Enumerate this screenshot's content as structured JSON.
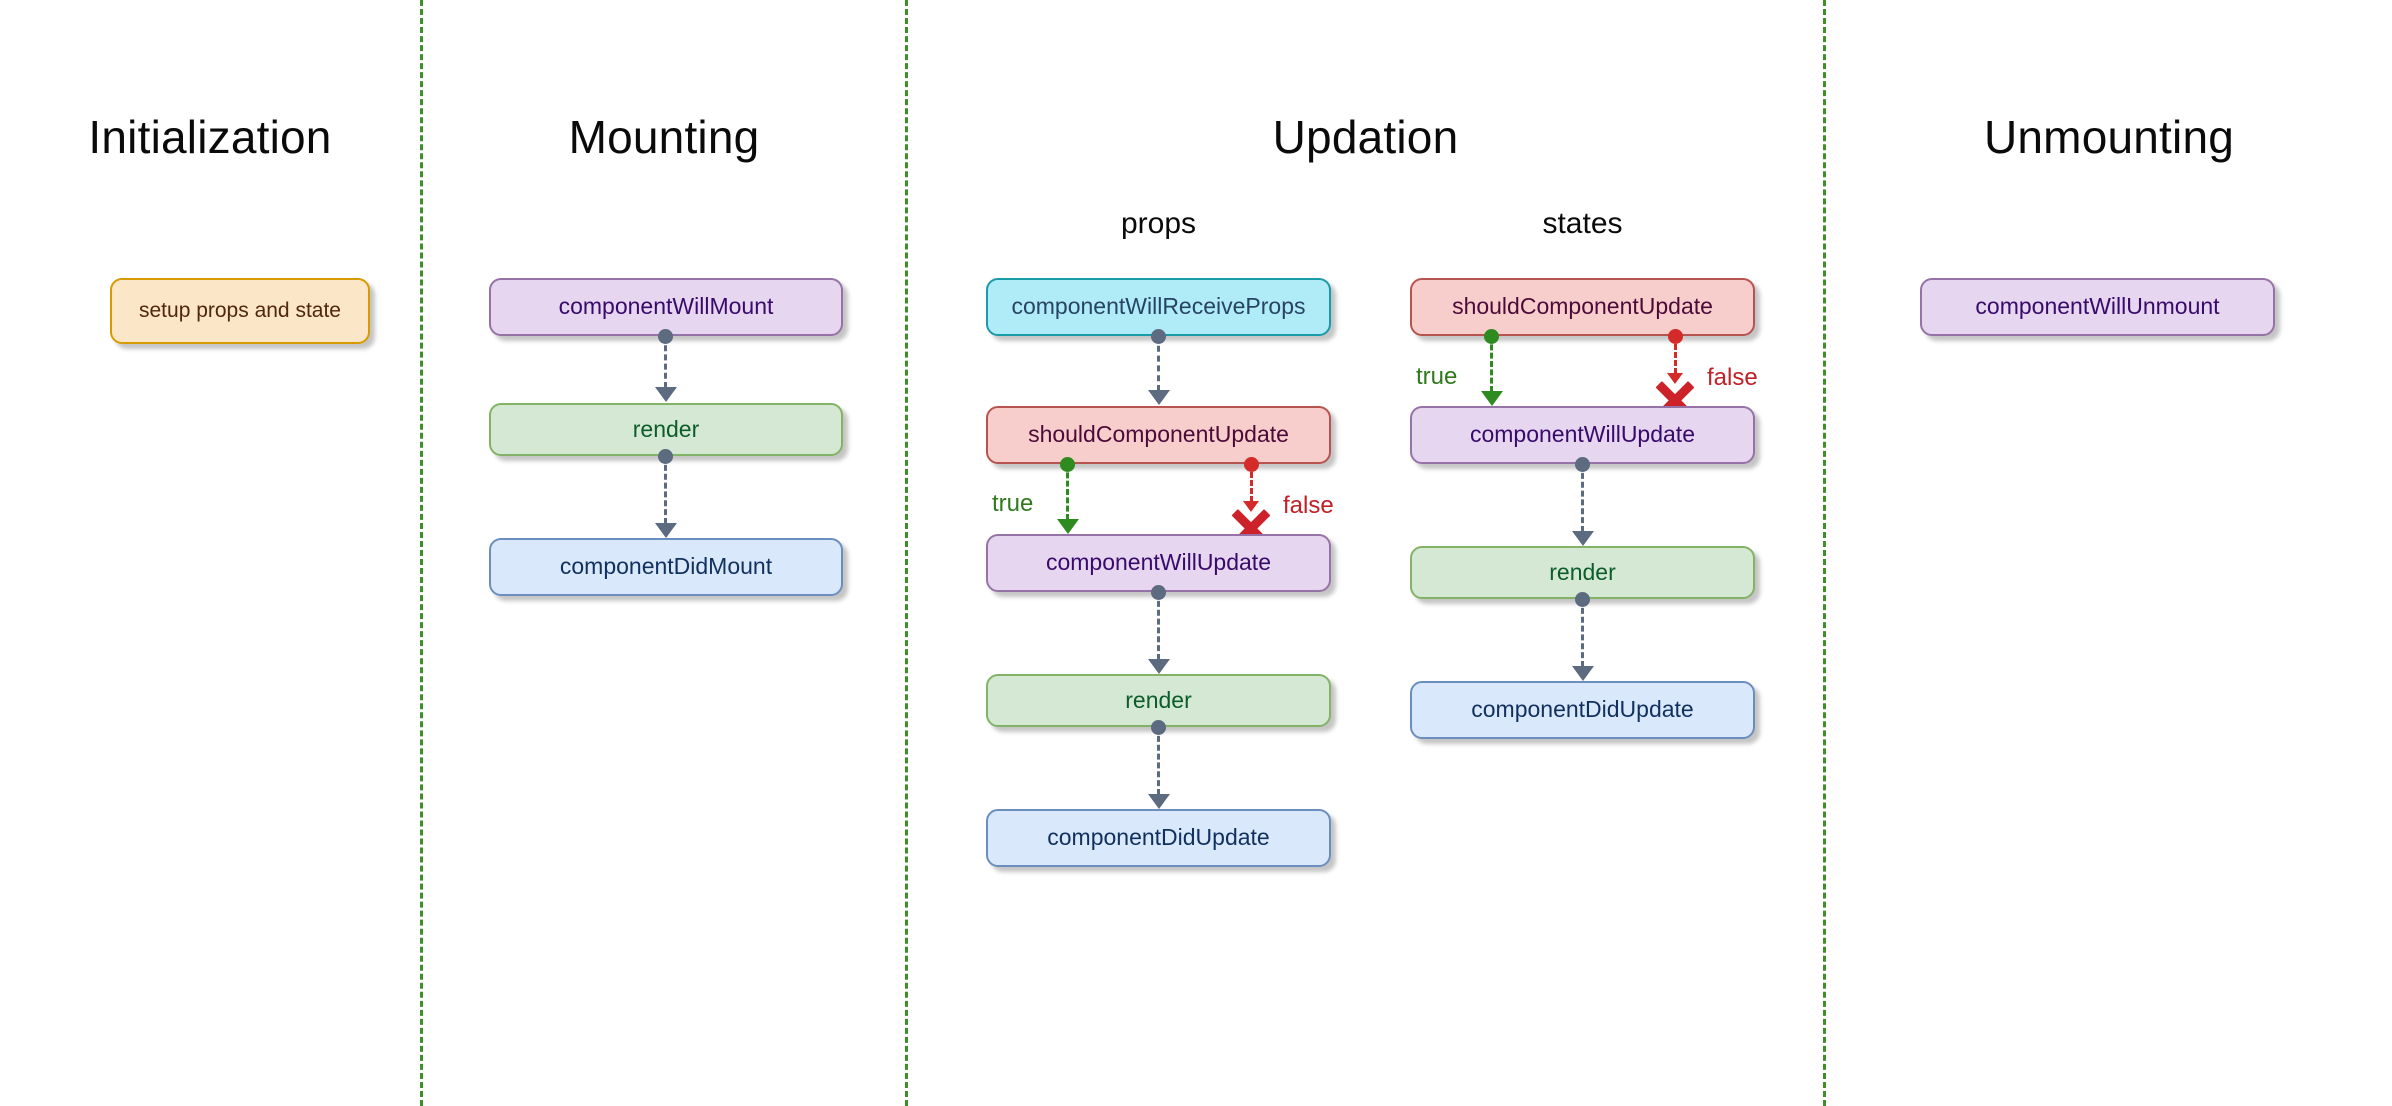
{
  "diagram": {
    "title_hidden": "React Component Lifecycle",
    "divider_color": "#3f8f29"
  },
  "columns": [
    {
      "key": "initialization",
      "title": "Initialization",
      "nodes": [
        {
          "label": "setup props and state",
          "color_name": "orange",
          "fill": "#fce6c8",
          "stroke": "#d79b00",
          "text": "#50270b"
        }
      ]
    },
    {
      "key": "mounting",
      "title": "Mounting",
      "nodes": [
        {
          "label": "componentWillMount",
          "color_name": "purple",
          "fill": "#e6d6ef",
          "stroke": "#9673a6",
          "text": "#380a6b"
        },
        {
          "label": "render",
          "color_name": "green",
          "fill": "#d5e8d4",
          "stroke": "#82b366",
          "text": "#0c5c2c"
        },
        {
          "label": "componentDidMount",
          "color_name": "blue",
          "fill": "#dae8fc",
          "stroke": "#6c8ebf",
          "text": "#10305e"
        }
      ]
    },
    {
      "key": "updation",
      "title": "Updation",
      "subcolumns": [
        {
          "key": "props",
          "title": "props",
          "nodes": [
            {
              "label": "componentWillReceiveProps",
              "color_name": "cyan",
              "fill": "#b0ecf8",
              "stroke": "#1a9ba8",
              "text": "#274464"
            },
            {
              "label": "shouldComponentUpdate",
              "color_name": "red",
              "fill": "#f8cecc",
              "stroke": "#b85450",
              "text": "#4c0a38"
            },
            {
              "label": "componentWillUpdate",
              "color_name": "purple",
              "fill": "#e6d6ef",
              "stroke": "#9673a6",
              "text": "#380a6b"
            },
            {
              "label": "render",
              "color_name": "green",
              "fill": "#d5e8d4",
              "stroke": "#82b366",
              "text": "#0c5c2c"
            },
            {
              "label": "componentDidUpdate",
              "color_name": "blue",
              "fill": "#dae8fc",
              "stroke": "#6c8ebf",
              "text": "#10305e"
            }
          ],
          "branch": {
            "true_label": "true",
            "false_label": "false"
          }
        },
        {
          "key": "states",
          "title": "states",
          "nodes": [
            {
              "label": "shouldComponentUpdate",
              "color_name": "red",
              "fill": "#f8cecc",
              "stroke": "#b85450",
              "text": "#4c0a38"
            },
            {
              "label": "componentWillUpdate",
              "color_name": "purple",
              "fill": "#e6d6ef",
              "stroke": "#9673a6",
              "text": "#380a6b"
            },
            {
              "label": "render",
              "color_name": "green",
              "fill": "#d5e8d4",
              "stroke": "#82b366",
              "text": "#0c5c2c"
            },
            {
              "label": "componentDidUpdate",
              "color_name": "blue",
              "fill": "#dae8fc",
              "stroke": "#6c8ebf",
              "text": "#10305e"
            }
          ],
          "branch": {
            "true_label": "true",
            "false_label": "false"
          }
        }
      ]
    },
    {
      "key": "unmounting",
      "title": "Unmounting",
      "nodes": [
        {
          "label": "componentWillUnmount",
          "color_name": "purple",
          "fill": "#e6d6ef",
          "stroke": "#9673a6",
          "text": "#380a6b"
        }
      ]
    }
  ],
  "legend_colors": {
    "true_branch": "#2e8b1f",
    "false_branch": "#d42a2a",
    "flow_arrow": "#5c6b80",
    "divider": "#3f8f29"
  }
}
